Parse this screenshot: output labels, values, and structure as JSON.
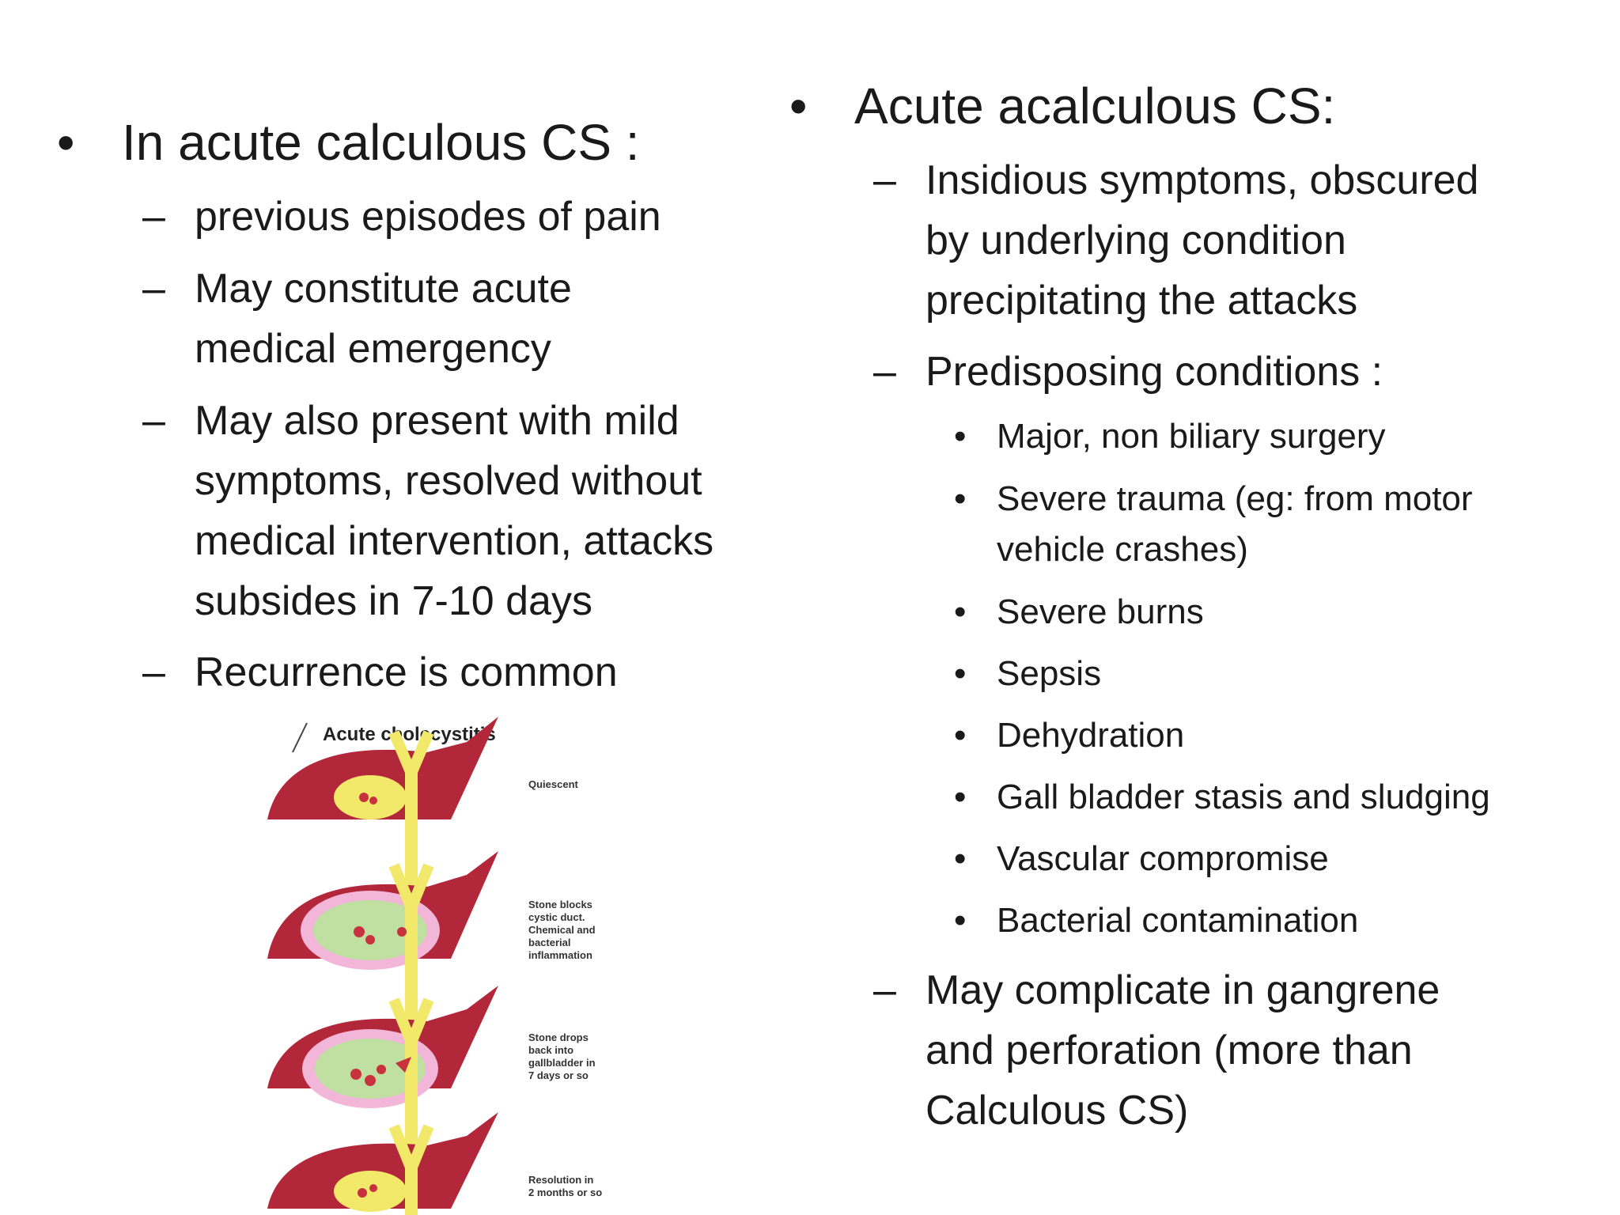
{
  "left": {
    "heading": "In acute calculous CS :",
    "items": [
      "previous episodes of pain",
      "May constitute acute\nmedical emergency",
      "May also present with mild\nsymptoms, resolved without\nmedical intervention, attacks\nsubsides in 7-10 days",
      "Recurrence is common"
    ]
  },
  "right": {
    "heading": "Acute acalculous CS:",
    "items": [
      "Insidious symptoms, obscured\nby underlying condition\nprecipitating the attacks",
      "Predisposing conditions :",
      "May complicate in gangrene\nand perforation (more than\nCalculous CS)"
    ],
    "conditions": [
      "Major, non biliary surgery",
      "Severe trauma (eg: from motor\nvehicle crashes)",
      "Severe burns",
      "Sepsis",
      "Dehydration",
      "Gall bladder stasis and sludging",
      "Vascular compromise",
      "Bacterial contamination"
    ]
  },
  "diagram": {
    "title": "Acute cholecystitis",
    "stages": [
      "Quiescent",
      "Stone blocks\ncystic duct.\nChemical and\nbacterial\ninflammation",
      "Stone drops\nback into\ngallbladder in\n7 days or so",
      "Resolution in\n2 months or so"
    ]
  },
  "glyphs": {
    "bullet": "•",
    "dash": "–"
  },
  "colors": {
    "liver": "#b3273a",
    "duct": "#f2e96a",
    "inflamed": "#bfe0a0",
    "halo": "#f2b6d8",
    "stone": "#c8323e"
  }
}
